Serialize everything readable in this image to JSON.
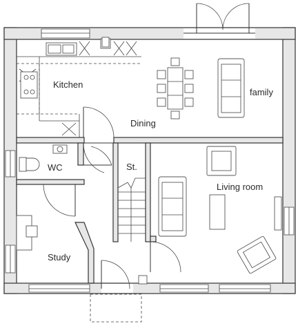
{
  "rooms": {
    "kitchen": "Kitchen",
    "family": "family",
    "dining": "Dining",
    "wc": "WC",
    "store": "St.",
    "living": "Living room",
    "study": "Study"
  }
}
